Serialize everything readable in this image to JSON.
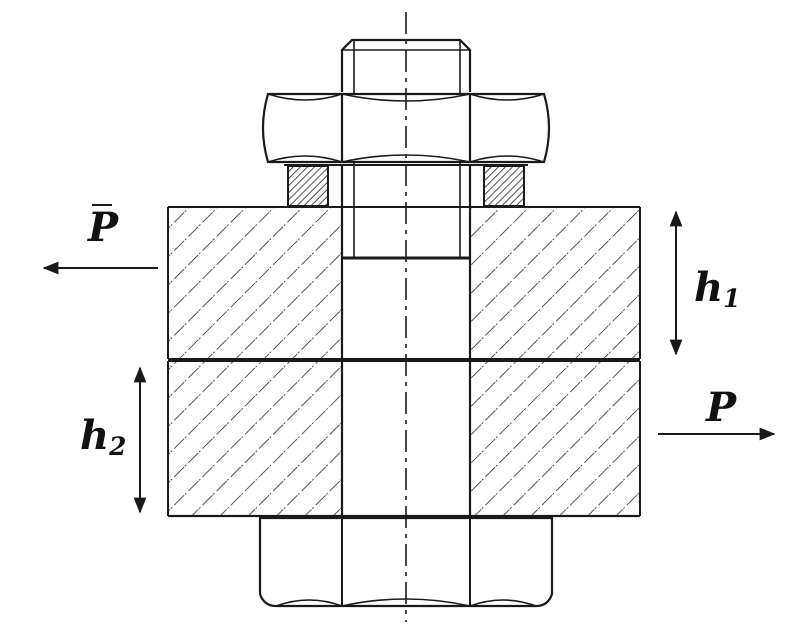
{
  "labels": {
    "force_left": "P",
    "force_right": "P",
    "h1_main": "h",
    "h1_sub": "1",
    "h2_main": "h",
    "h2_sub": "2"
  },
  "colors": {
    "line": "#1a1a1a",
    "hatch": "#2a2a2a",
    "background": "#ffffff"
  }
}
